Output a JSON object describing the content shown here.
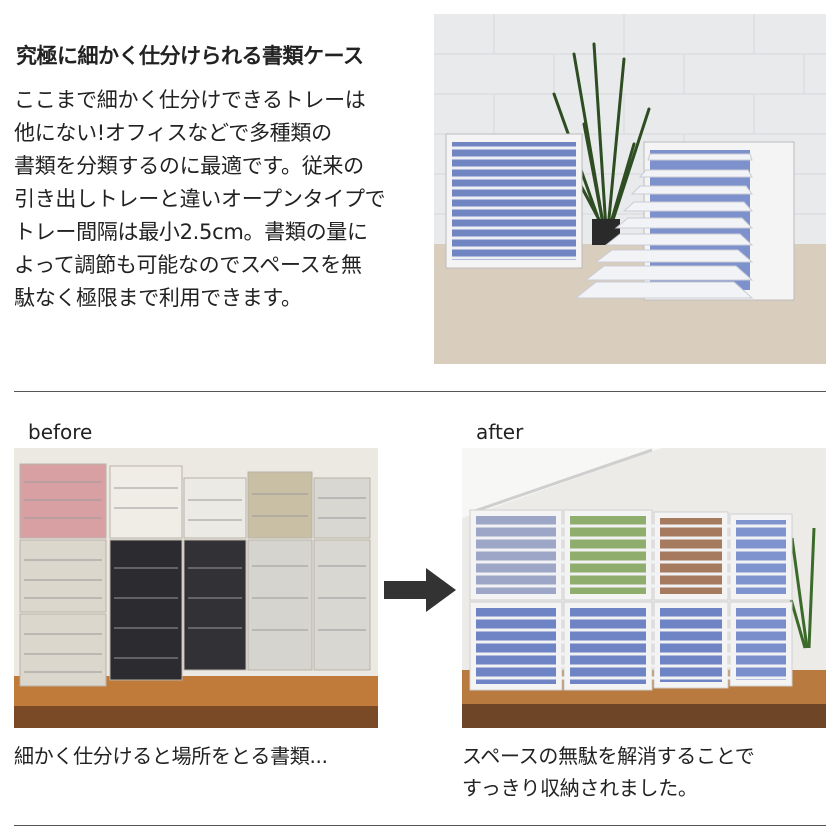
{
  "heading": "究極に細かく仕分けられる書類ケース",
  "intro_lines": [
    "ここまで細かく仕分けできるトレーは",
    "他にない!オフィスなどで多種類の",
    "書類を分類するのに最適です。従来の",
    "引き出しトレーと違いオープンタイプで",
    "トレー間隔は最小2.5cm。書類の量に",
    "よって調節も可能なのでスペースを無",
    "駄なく極限まで利用できます。"
  ],
  "before": {
    "label": "before",
    "caption_lines": [
      "細かく仕分けると場所をとる書類..."
    ]
  },
  "after": {
    "label": "after",
    "caption_lines": [
      "スペースの無駄を解消することで",
      "すっきり収納されました。"
    ]
  },
  "colors": {
    "text": "#222222",
    "rule": "#555555",
    "arrow": "#333333",
    "case_white": "#f4f4f4",
    "paper_blue": "#6f82c0"
  }
}
